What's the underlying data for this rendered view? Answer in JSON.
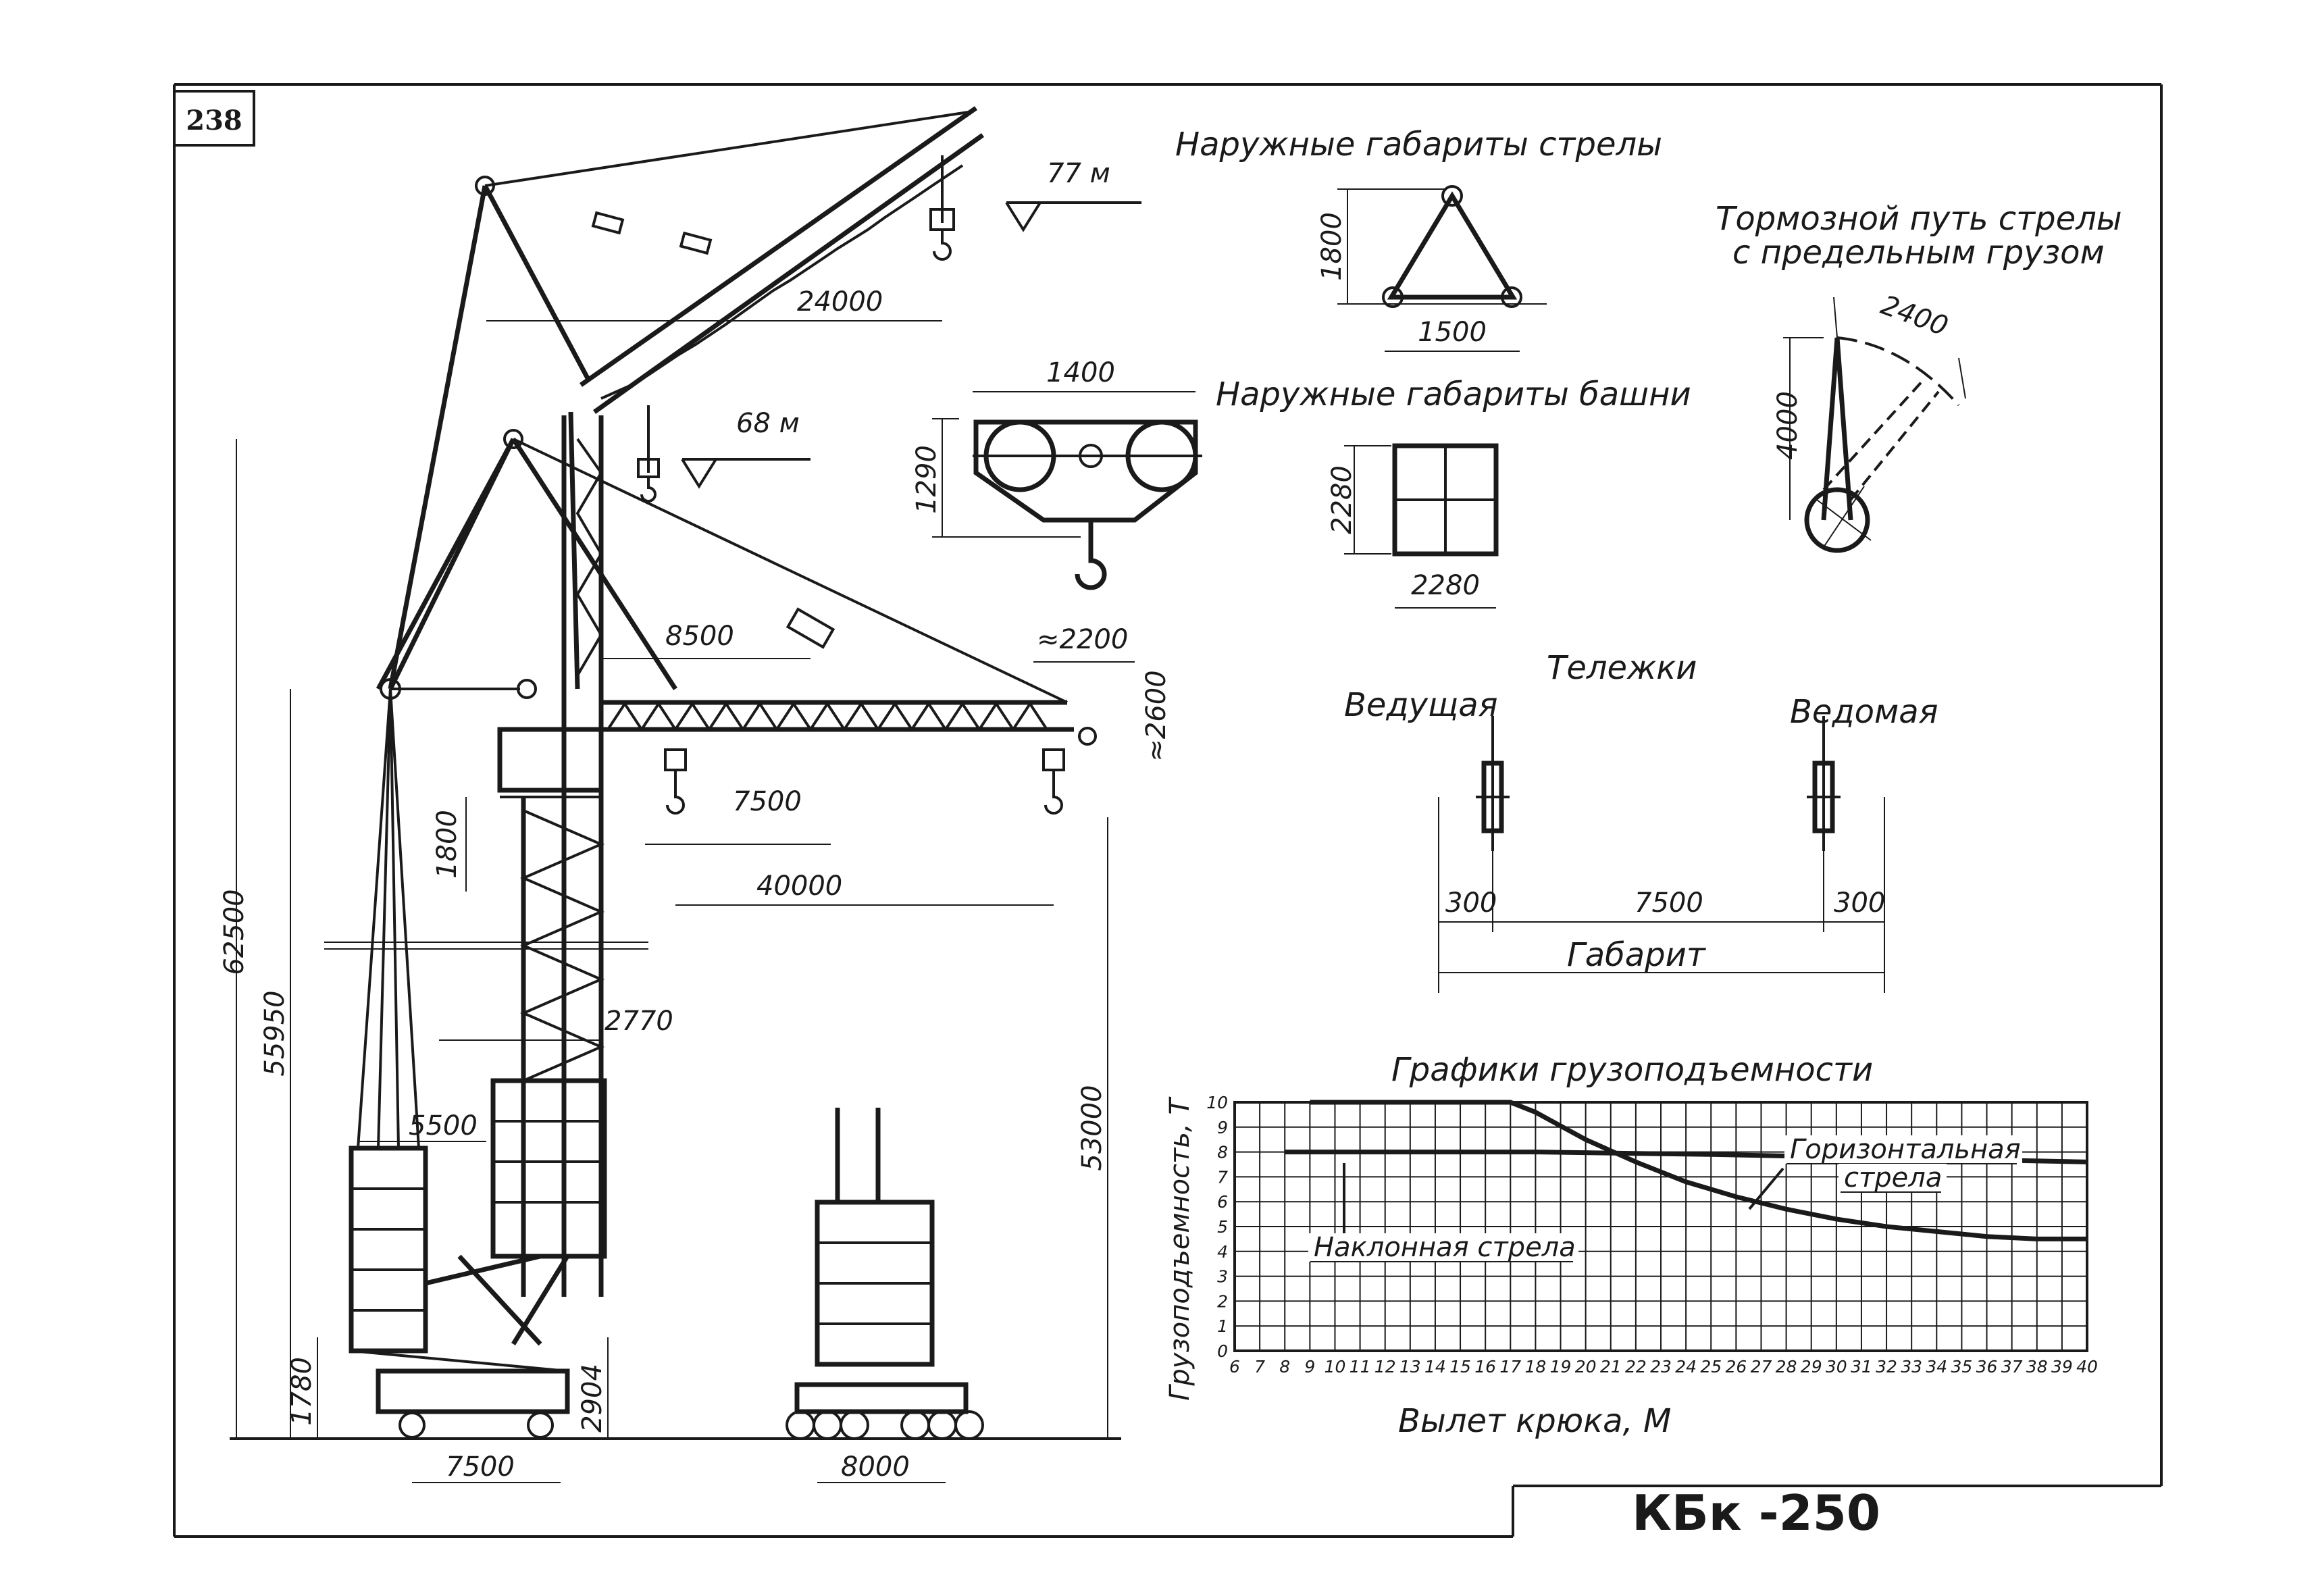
{
  "sheet": {
    "page_number": "238",
    "title_block": "КБк -250"
  },
  "elevation": {
    "top_hook_height": "77 м",
    "mid_hook_height": "68 м",
    "dim_24000": "24000",
    "dim_8500": "8500",
    "dim_7500_boom": "7500",
    "dim_40000": "40000",
    "dim_2200": "≈2200",
    "dim_2600": "≈2600",
    "dim_1800": "1800",
    "dim_62500": "62500",
    "dim_55950": "55950",
    "dim_53000": "53000",
    "dim_2770": "2770",
    "dim_5500": "5500",
    "dim_1780": "1780",
    "dim_2904": "2904",
    "dim_7500_base": "7500",
    "dim_8000_base": "8000"
  },
  "boom_section": {
    "title": "Наружные габариты стрелы",
    "height": "1800",
    "width": "1500"
  },
  "hook_block": {
    "width": "1400",
    "height": "1290"
  },
  "tower_section": {
    "title": "Наружные габариты башни",
    "height": "2280",
    "width": "2280"
  },
  "brake_path": {
    "title_line1": "Тормозной путь стрелы",
    "title_line2": "с предельным грузом",
    "arc": "2400",
    "height": "4000"
  },
  "bogies": {
    "title": "Тележки",
    "driving": "Ведущая",
    "driven": "Ведомая",
    "left_offset": "300",
    "span": "7500",
    "right_offset": "300",
    "overall": "Габарит"
  },
  "chart_data": {
    "type": "line",
    "title": "Графики грузоподъемности",
    "xlabel": "Вылет крюка, М",
    "ylabel": "Грузоподъемность, Т",
    "xlim": [
      6,
      40
    ],
    "ylim": [
      0,
      10
    ],
    "x_ticks": [
      "6",
      "7",
      "8",
      "9",
      "10",
      "11",
      "12",
      "13",
      "14",
      "15",
      "16",
      "17",
      "18",
      "19",
      "20",
      "21",
      "22",
      "23",
      "24",
      "25",
      "26",
      "27",
      "28",
      "29",
      "30",
      "31",
      "32",
      "33",
      "34",
      "35",
      "36",
      "37",
      "38",
      "39",
      "40"
    ],
    "y_ticks": [
      "0",
      "1",
      "2",
      "3",
      "4",
      "5",
      "6",
      "7",
      "8",
      "9",
      "10"
    ],
    "grid": true,
    "series": [
      {
        "name": "Горизонтальная стрела",
        "x": [
          9,
          17,
          18,
          20,
          22,
          24,
          26,
          28,
          30,
          32,
          34,
          36,
          38,
          40
        ],
        "y": [
          10,
          10,
          9.6,
          8.5,
          7.6,
          6.8,
          6.2,
          5.7,
          5.3,
          5.0,
          4.8,
          4.6,
          4.5,
          4.5
        ]
      },
      {
        "name": "Наклонная стрела",
        "x": [
          8,
          11,
          18,
          25,
          40
        ],
        "y": [
          8,
          8,
          8,
          7.9,
          7.6
        ]
      }
    ],
    "annotations": [
      {
        "text": "Горизонтальная",
        "for": "Горизонтальная стрела"
      },
      {
        "text": "стрела",
        "for": "Горизонтальная стрела"
      },
      {
        "text": "Наклонная стрела",
        "for": "Наклонная стрела"
      }
    ]
  }
}
